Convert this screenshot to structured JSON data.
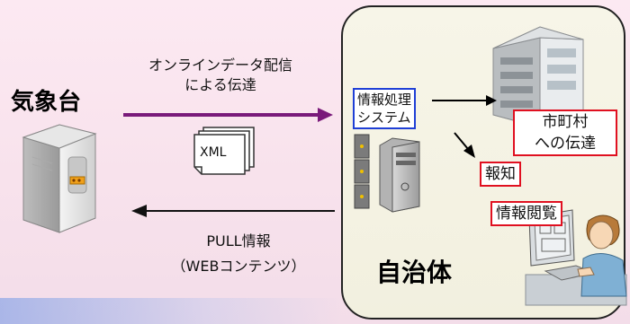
{
  "left": {
    "agency": "気象台",
    "online_label_line1": "オンラインデータ配信",
    "online_label_line2": "による伝達",
    "xml_label": "XML",
    "pull_label_line1": "PULL情報",
    "pull_label_line2": "（WEBコンテンツ）"
  },
  "right": {
    "municipality": "自治体",
    "info_system_line1": "情報処理",
    "info_system_line2": "システム",
    "city_line1": "市町村",
    "city_line2": "への伝達",
    "notice": "報知",
    "viewing": "情報閲覧"
  },
  "colors": {
    "push_arrow": "#7a1a7a",
    "pull_arrow": "#111111",
    "system_border": "#1f3fd6",
    "output_border": "#e01020"
  },
  "icons": {
    "agency_server": "server-icon",
    "document_stack": "document-stack-icon",
    "server_rack": "server-rack-icon",
    "building": "building-icon",
    "person_pc": "person-at-computer-icon"
  }
}
